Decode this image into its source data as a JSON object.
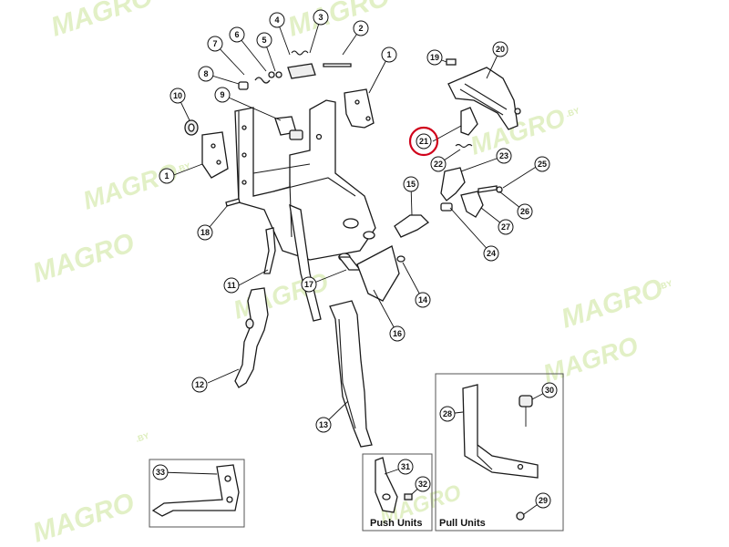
{
  "watermark": {
    "brand": "MAGRO",
    "suffix": ".BY",
    "color": "#d9ecb4"
  },
  "callouts": [
    "1",
    "1",
    "2",
    "3",
    "4",
    "5",
    "6",
    "7",
    "8",
    "9",
    "10",
    "11",
    "12",
    "13",
    "14",
    "15",
    "16",
    "17",
    "18",
    "19",
    "20",
    "21",
    "22",
    "23",
    "24",
    "25",
    "26",
    "27",
    "28",
    "29",
    "30",
    "31",
    "32",
    "33"
  ],
  "highlighted_callout": "21",
  "highlight_color": "#d0021b",
  "insets": {
    "push_units": "Push Units",
    "pull_units": "Pull Units"
  }
}
